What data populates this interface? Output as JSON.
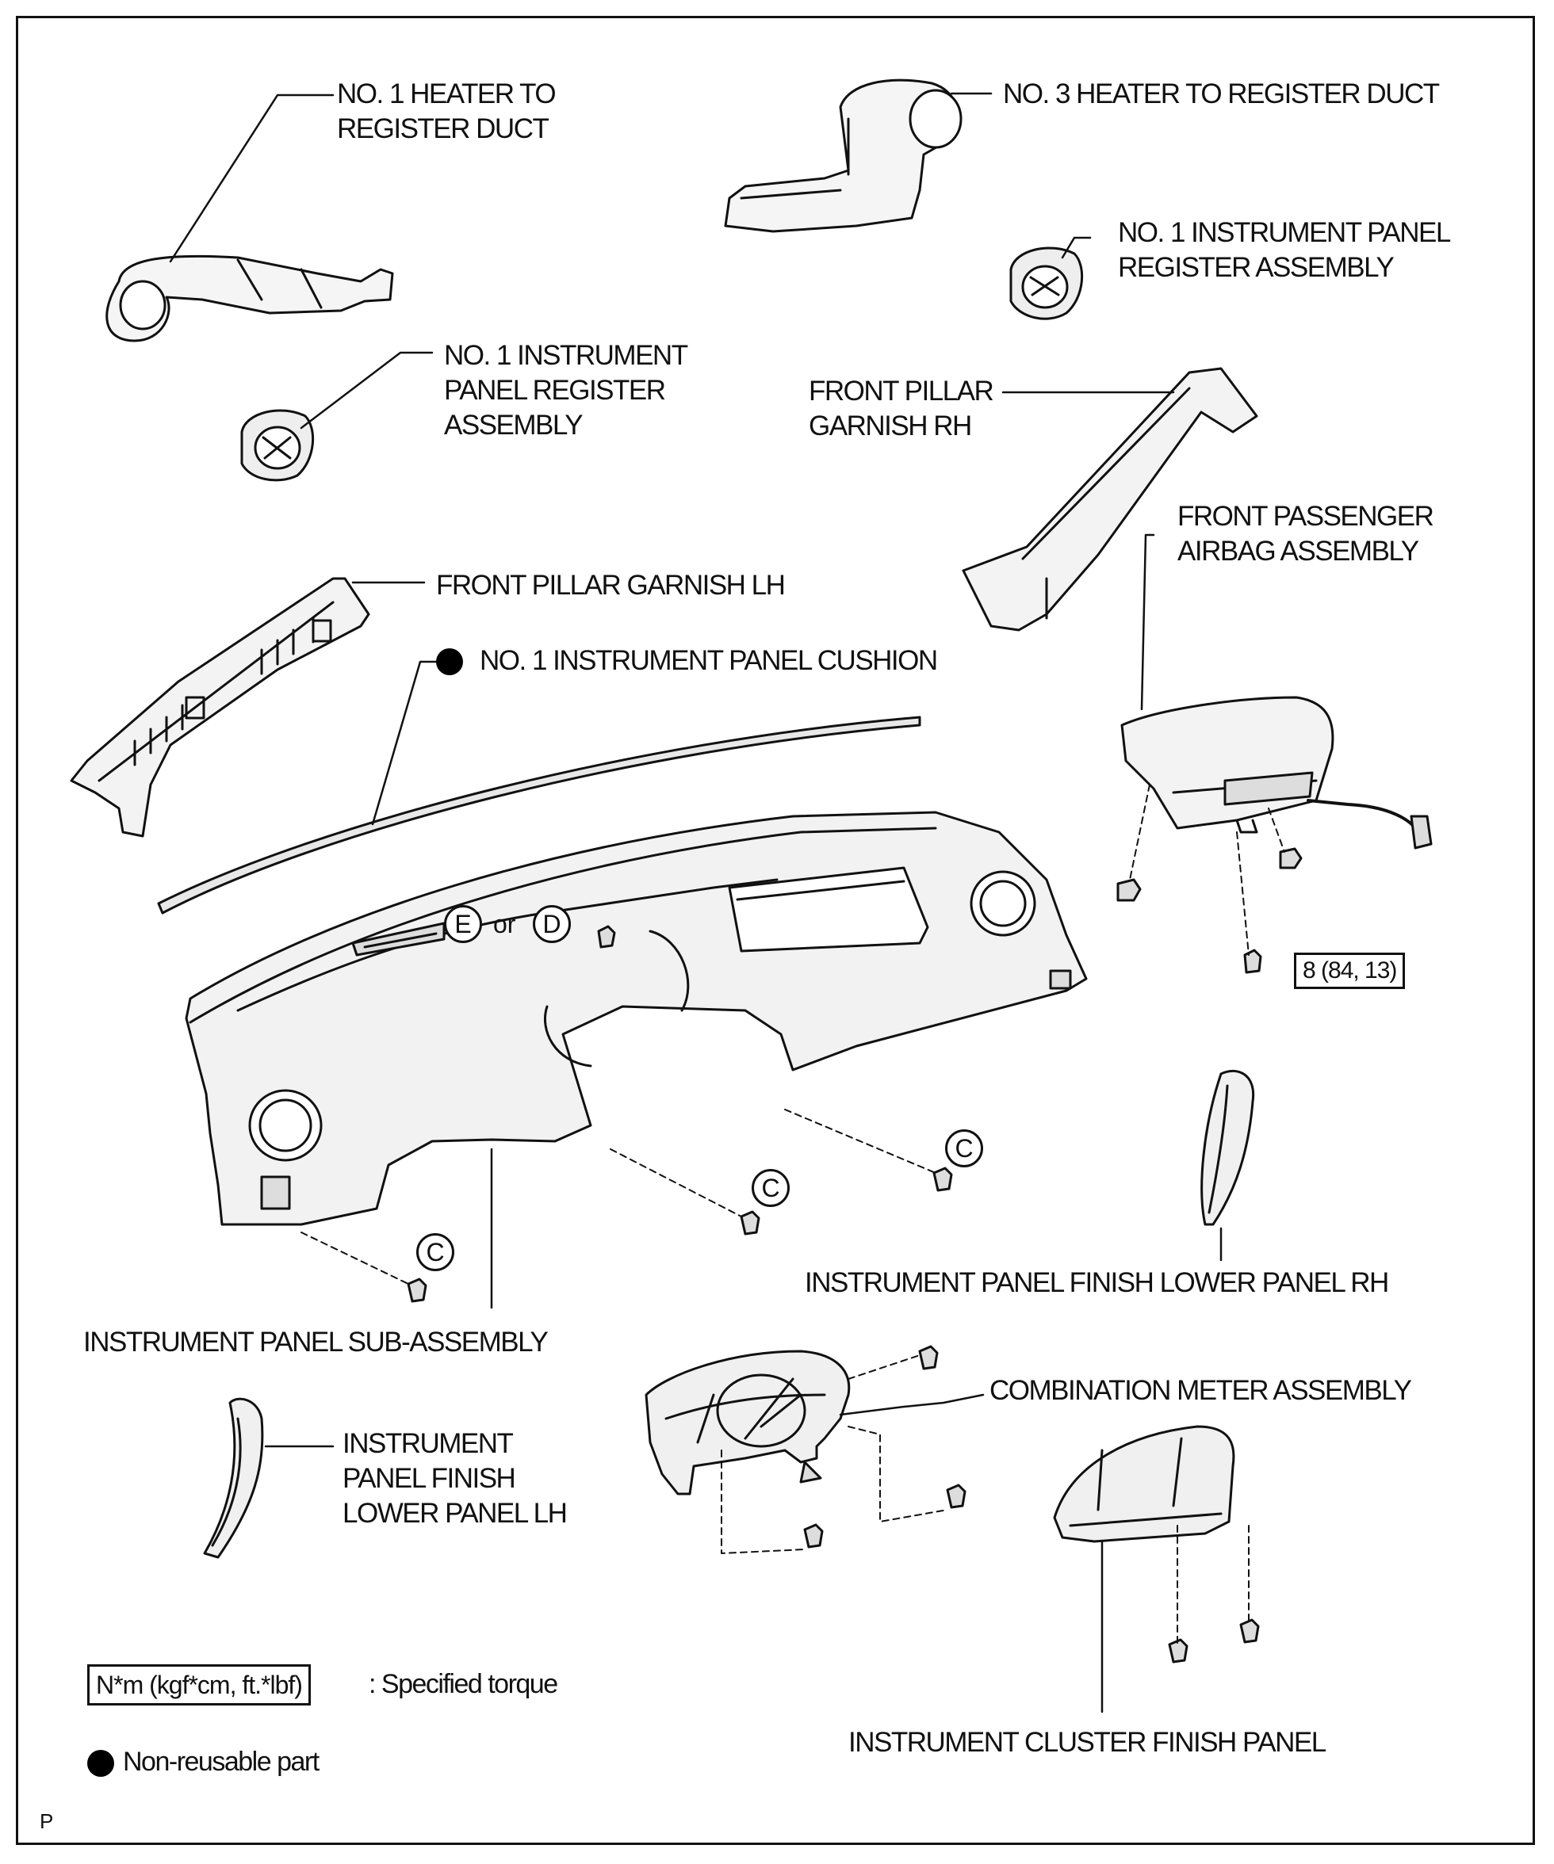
{
  "labels": {
    "heater_duct_1": "NO. 1 HEATER TO\nREGISTER DUCT",
    "heater_duct_3": "NO. 3 HEATER TO REGISTER DUCT",
    "register_rh": "NO. 1 INSTRUMENT PANEL\nREGISTER ASSEMBLY",
    "register_lh": "NO. 1 INSTRUMENT\nPANEL REGISTER\nASSEMBLY",
    "pillar_rh": "FRONT PILLAR\nGARNISH RH",
    "airbag": "FRONT PASSENGER\nAIRBAG ASSEMBLY",
    "pillar_lh": "FRONT PILLAR GARNISH LH",
    "cushion": "NO. 1 INSTRUMENT PANEL CUSHION",
    "finish_rh": "INSTRUMENT PANEL FINISH LOWER PANEL RH",
    "panel_sub": "INSTRUMENT PANEL SUB-ASSEMBLY",
    "meter": "COMBINATION METER ASSEMBLY",
    "finish_lh": "INSTRUMENT\nPANEL FINISH\nLOWER PANEL LH",
    "cluster_panel": "INSTRUMENT CLUSTER FINISH PANEL"
  },
  "torque_value": "8 (84, 13)",
  "clip_marks": {
    "e": "E",
    "d": "D",
    "or_text": "or",
    "c": "C"
  },
  "legend": {
    "torque_box": "N*m (kgf*cm, ft.*lbf)",
    "torque_desc": ": Specified torque",
    "non_reusable": "Non-reusable part"
  },
  "corner_letter": "P"
}
